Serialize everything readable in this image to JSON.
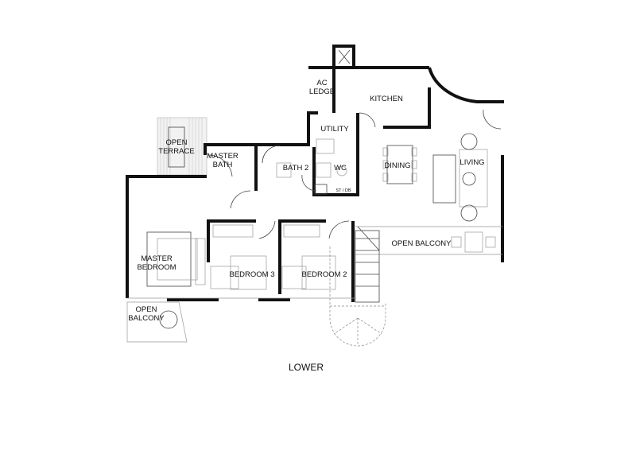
{
  "plan": {
    "title": "LOWER",
    "rooms": {
      "ac_ledge": [
        "AC",
        "LEDGE"
      ],
      "kitchen": "KITCHEN",
      "utility": "UTILITY",
      "open_terrace": [
        "OPEN",
        "TERRACE"
      ],
      "master_bath": [
        "MASTER",
        "BATH"
      ],
      "bath_2": "BATH 2",
      "wc": "WC",
      "st_db": "ST / DB",
      "dining": "DINING",
      "living": "LIVING",
      "open_balcony_right": "OPEN BALCONY",
      "master_bedroom": [
        "MASTER",
        "BEDROOM"
      ],
      "bedroom_3": "BEDROOM 3",
      "bedroom_2": "BEDROOM 2",
      "open_balcony_left": [
        "OPEN",
        "BALCONY"
      ]
    }
  }
}
